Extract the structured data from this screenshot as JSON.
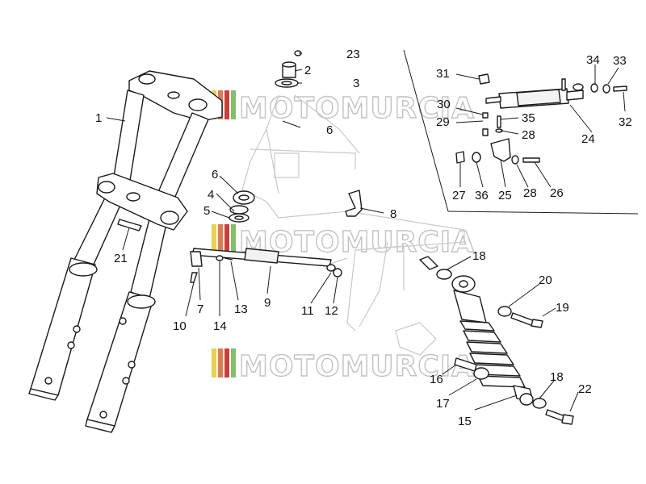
{
  "watermark": {
    "text": "MOTOMURCIA",
    "colors": [
      "#e8d24a",
      "#e07a4f",
      "#d23b3b",
      "#7fc06a"
    ]
  },
  "callouts": {
    "c1": "1",
    "c2": "2",
    "c3": "3",
    "c4": "4",
    "c5": "5",
    "c6a": "6",
    "c6b": "6",
    "c7": "7",
    "c8": "8",
    "c9": "9",
    "c10": "10",
    "c11": "11",
    "c12": "12",
    "c13": "13",
    "c14": "14",
    "c15": "15",
    "c16": "16",
    "c17": "17",
    "c18a": "18",
    "c18b": "18",
    "c19": "19",
    "c20": "20",
    "c21": "21",
    "c22": "22",
    "c23": "23",
    "c24": "24",
    "c25": "25",
    "c26": "26",
    "c27": "27",
    "c28a": "28",
    "c28b": "28",
    "c29": "29",
    "c30": "30",
    "c31": "31",
    "c32": "32",
    "c33": "33",
    "c34": "34",
    "c35": "35",
    "c36": "36"
  }
}
